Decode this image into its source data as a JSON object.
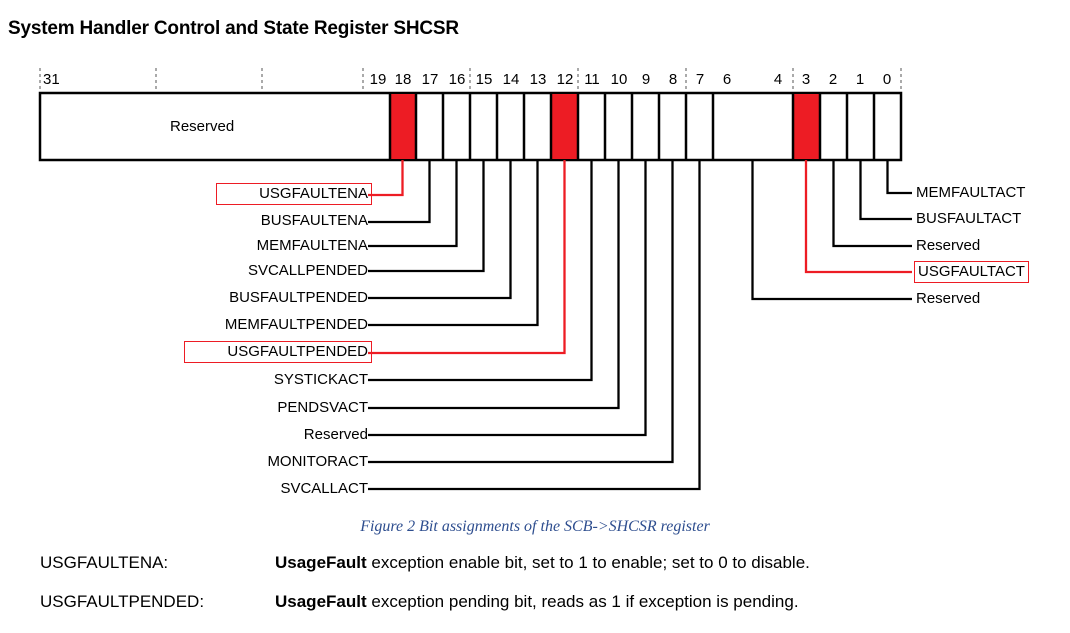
{
  "page": {
    "title": "System Handler Control and State Register SHCSR",
    "caption": "Figure 2 Bit assignments of the SCB->SHCSR register"
  },
  "colors": {
    "highlight_red": "#ED1C24",
    "caption_blue": "#2E4E8F",
    "outline_black": "#000000",
    "background": "#FFFFFF"
  },
  "register": {
    "name": "SHCSR",
    "reserved_field_label": "Reserved",
    "bit_numbers": [
      "31",
      "19",
      "18",
      "17",
      "16",
      "15",
      "14",
      "13",
      "12",
      "11",
      "10",
      "9",
      "8",
      "7",
      "6",
      "4",
      "3",
      "2",
      "1",
      "0"
    ],
    "cells": [
      {
        "bits": "31-20",
        "label": "Reserved",
        "filled": false
      },
      {
        "bits": "19",
        "label": "",
        "filled": false
      },
      {
        "bits": "18",
        "label": "USGFAULTENA",
        "filled": true
      },
      {
        "bits": "17",
        "label": "BUSFAULTENA",
        "filled": false
      },
      {
        "bits": "16",
        "label": "MEMFAULTENA",
        "filled": false
      },
      {
        "bits": "15",
        "label": "SVCALLPENDED",
        "filled": false
      },
      {
        "bits": "14",
        "label": "BUSFAULTPENDED",
        "filled": false
      },
      {
        "bits": "13",
        "label": "MEMFAULTPENDED",
        "filled": false
      },
      {
        "bits": "12",
        "label": "USGFAULTPENDED",
        "filled": true
      },
      {
        "bits": "11",
        "label": "SYSTICKACT",
        "filled": false
      },
      {
        "bits": "10",
        "label": "PENDSVACT",
        "filled": false
      },
      {
        "bits": "9",
        "label": "Reserved",
        "filled": false
      },
      {
        "bits": "8",
        "label": "MONITORACT",
        "filled": false
      },
      {
        "bits": "7",
        "label": "SVCALLACT",
        "filled": false
      },
      {
        "bits": "6-4",
        "label": "Reserved",
        "filled": false
      },
      {
        "bits": "3",
        "label": "USGFAULTACT",
        "filled": true
      },
      {
        "bits": "2",
        "label": "Reserved",
        "filled": false
      },
      {
        "bits": "1",
        "label": "BUSFAULTACT",
        "filled": false
      },
      {
        "bits": "0",
        "label": "MEMFAULTACT",
        "filled": false
      }
    ]
  },
  "left_labels": [
    {
      "text": "USGFAULTENA",
      "bit": "18",
      "highlighted": true
    },
    {
      "text": "BUSFAULTENA",
      "bit": "17",
      "highlighted": false
    },
    {
      "text": "MEMFAULTENA",
      "bit": "16",
      "highlighted": false
    },
    {
      "text": "SVCALLPENDED",
      "bit": "15",
      "highlighted": false
    },
    {
      "text": "BUSFAULTPENDED",
      "bit": "14",
      "highlighted": false
    },
    {
      "text": "MEMFAULTPENDED",
      "bit": "13",
      "highlighted": false
    },
    {
      "text": "USGFAULTPENDED",
      "bit": "12",
      "highlighted": true
    },
    {
      "text": "SYSTICKACT",
      "bit": "11",
      "highlighted": false
    },
    {
      "text": "PENDSVACT",
      "bit": "10",
      "highlighted": false
    },
    {
      "text": "Reserved",
      "bit": "9",
      "highlighted": false
    },
    {
      "text": "MONITORACT",
      "bit": "8",
      "highlighted": false
    },
    {
      "text": "SVCALLACT",
      "bit": "7",
      "highlighted": false
    }
  ],
  "right_labels": [
    {
      "text": "MEMFAULTACT",
      "bit": "0",
      "highlighted": false
    },
    {
      "text": "BUSFAULTACT",
      "bit": "1",
      "highlighted": false
    },
    {
      "text": "Reserved",
      "bit": "2",
      "highlighted": false
    },
    {
      "text": "USGFAULTACT",
      "bit": "3",
      "highlighted": true
    },
    {
      "text": "Reserved",
      "bit": "6-4",
      "highlighted": false
    }
  ],
  "descriptions": [
    {
      "name": "USGFAULTENA:",
      "bold": "UsageFault",
      "rest": " exception enable bit, set to 1 to enable; set to 0 to disable."
    },
    {
      "name": "USGFAULTPENDED:",
      "bold": "UsageFault",
      "rest": " exception pending bit, reads as 1 if exception is pending."
    }
  ]
}
